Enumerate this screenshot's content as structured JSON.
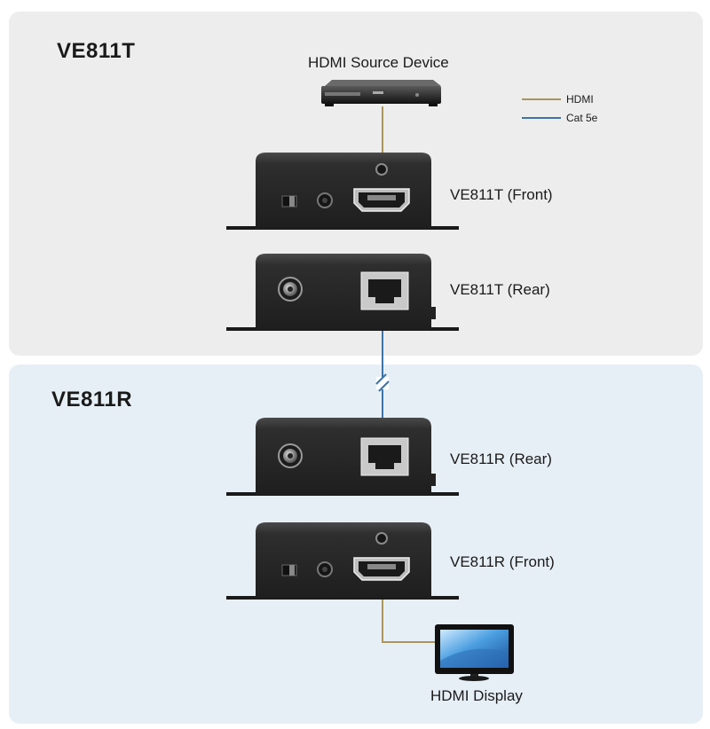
{
  "sections": {
    "transmitter_title": "VE811T",
    "receiver_title": "VE811R"
  },
  "devices": {
    "source_label": "HDMI Source Device",
    "display_label": "HDMI Display",
    "tx_front_label": "VE811T (Front)",
    "tx_rear_label": "VE811T (Rear)",
    "rx_rear_label": "VE811R (Rear)",
    "rx_front_label": "VE811R (Front)"
  },
  "legend": {
    "hdmi_label": "HDMI",
    "cat_label": "Cat 5e"
  },
  "colors": {
    "hdmi_cable": "#a8955e",
    "cat_cable": "#3f73a6",
    "tx_panel": "#ededed",
    "rx_panel": "#e7eff6",
    "device_body": "#2d2d2d"
  }
}
